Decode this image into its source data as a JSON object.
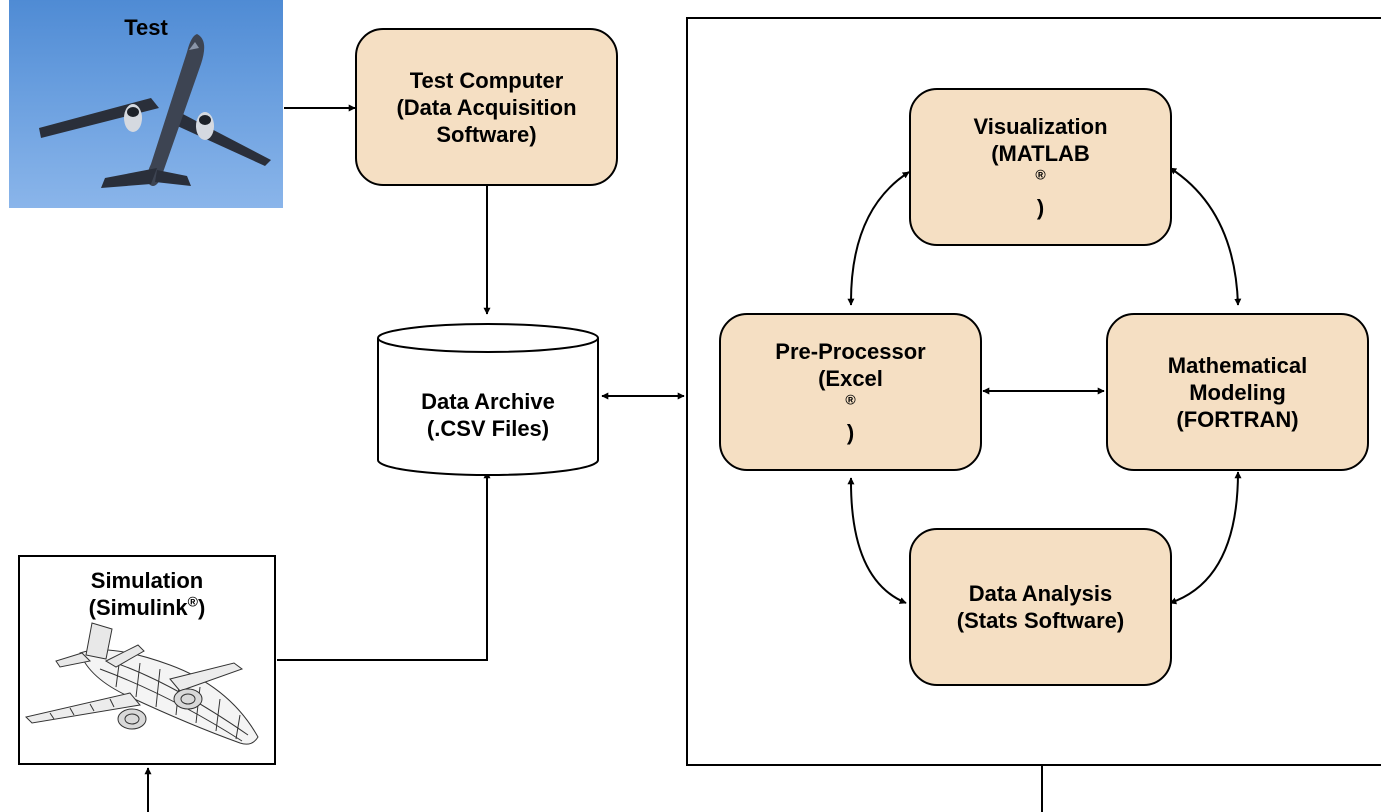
{
  "test": {
    "title": "Test",
    "photo_icon": "airplane-photo"
  },
  "test_computer": {
    "line1": "Test Computer",
    "line2": "(Data Acquisition",
    "line3": "Software)"
  },
  "data_archive": {
    "line1": "Data Archive",
    "line2": "(.CSV Files)",
    "shape": "cylinder"
  },
  "simulation": {
    "line1": "Simulation",
    "line2_text": "(Simulink",
    "line2_mark": "®",
    "line2_end": ")",
    "image_icon": "wireframe-airplane"
  },
  "tools": {
    "visualization": {
      "line1": "Visualization",
      "line2_text": "(MATLAB",
      "line2_mark": "®",
      "line2_end": ")"
    },
    "pre_processor": {
      "line1": "Pre-Processor",
      "line2_text": "(Excel",
      "line2_mark": "®",
      "line2_end": ")"
    },
    "mathematical_modeling": {
      "line1": "Mathematical",
      "line2": "Modeling",
      "line3": "(FORTRAN)"
    },
    "data_analysis": {
      "line1": "Data Analysis",
      "line2": "(Stats Software)"
    }
  },
  "colors": {
    "node_fill": "#f5dfc3",
    "stroke": "#000000",
    "sky": "#6a9fdf"
  }
}
